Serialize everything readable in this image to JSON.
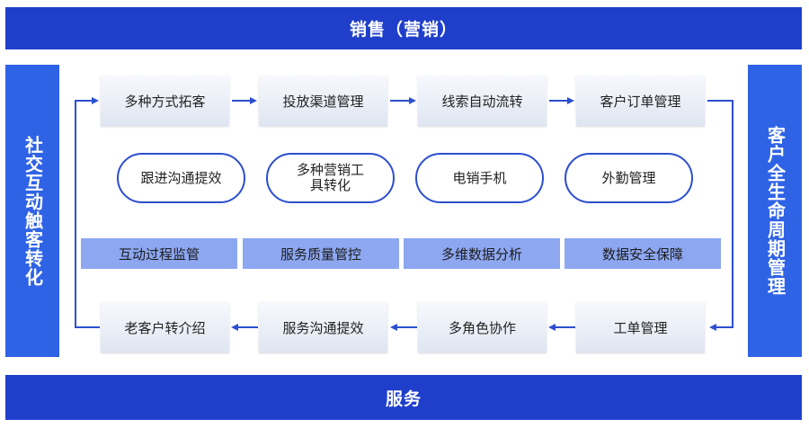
{
  "top_band": "销售（营销）",
  "bottom_band": "服务",
  "left_side": "社交互动触客转化",
  "right_side": "客户全生命周期管理",
  "top_flow": [
    "多种方式拓客",
    "投放渠道管理",
    "线索自动流转",
    "客户订单管理"
  ],
  "pills": [
    "跟进沟通提效",
    "多种营销工具转化",
    "电销手机",
    "外勤管理"
  ],
  "bars": [
    "互动过程监管",
    "服务质量管控",
    "多维数据分析",
    "数据安全保障"
  ],
  "bottom_flow": [
    "老客户转介绍",
    "服务沟通提效",
    "多角色协作",
    "工单管理"
  ],
  "colors": {
    "dark_band": "#1f3fcb",
    "side_band": "#2f63e6",
    "accent": "#2c4fcf",
    "bar": "#8da7f1"
  }
}
